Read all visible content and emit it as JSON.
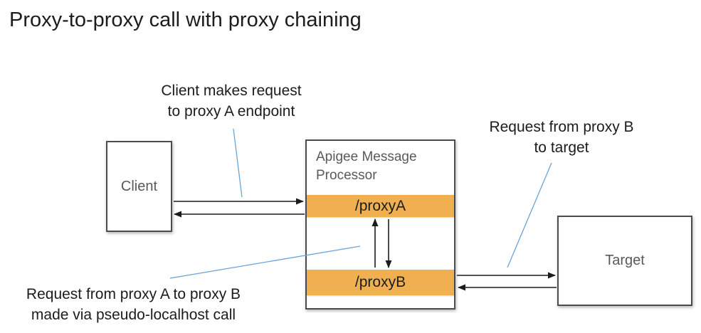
{
  "title": "Proxy-to-proxy call with proxy chaining",
  "colors": {
    "text-color": "#1c1c1c",
    "arrow-color": "#1c1c1c",
    "leader-blue": "#6ca3d8",
    "bar-orange": "#f0b052",
    "box-border": "#4c4c4e",
    "label-gray": "#58595b"
  },
  "annotations": {
    "client_request": "Client makes request\nto proxy A endpoint",
    "proxyb_to_target": "Request from proxy B\nto target",
    "proxya_to_proxyb": "Request from proxy A to proxy B\nmade via pseudo-localhost call"
  },
  "nodes": {
    "client": {
      "label": "Client"
    },
    "processor": {
      "label": "Apigee Message\nProcessor",
      "proxy_a": "/proxyA",
      "proxy_b": "/proxyB"
    },
    "target": {
      "label": "Target"
    }
  }
}
